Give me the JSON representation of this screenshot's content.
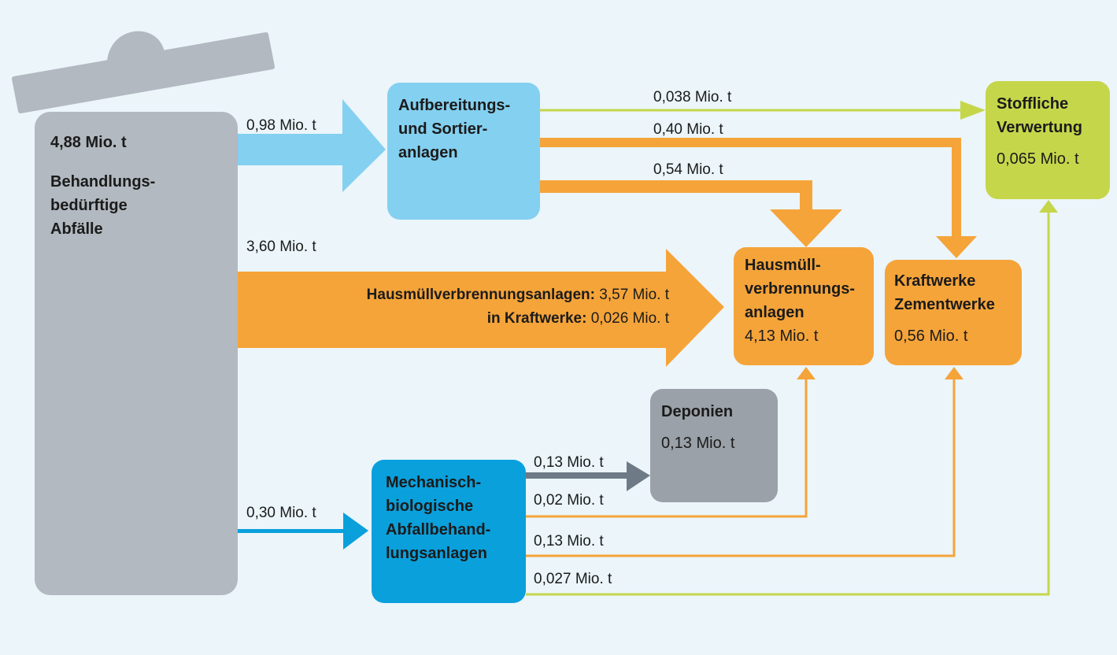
{
  "colors": {
    "background": "#ebf5fa",
    "bin": "#b2b9c0",
    "light_blue": "#84d0f0",
    "blue": "#0aa0dc",
    "orange": "#f5a43a",
    "green": "#c6d64b",
    "grey": "#9aa1a8",
    "grey_arrow": "#6e7b86"
  },
  "icons": {
    "bin_lid": "trash-bin-lid-icon"
  },
  "source": {
    "amount": "4,88 Mio. t",
    "label_lines": [
      "Behandlungs-",
      "bedürftige",
      "Abfälle"
    ]
  },
  "nodes": {
    "sorting": {
      "lines": [
        "Aufbereitungs-",
        "und Sortier-",
        "anlagen"
      ]
    },
    "mba": {
      "lines": [
        "Mechanisch-",
        "biologische",
        "Abfallbehand-",
        "lungsanlagen"
      ]
    },
    "landfill": {
      "title": "Deponien",
      "amount": "0,13 Mio. t"
    },
    "incineration": {
      "lines": [
        "Hausmüll-",
        "verbrennungs-",
        "anlagen"
      ],
      "amount": "4,13 Mio. t"
    },
    "power": {
      "lines": [
        "Kraftwerke",
        "Zementwerke"
      ],
      "amount": "0,56 Mio. t"
    },
    "material": {
      "lines": [
        "Stoffliche",
        "Verwertung"
      ],
      "amount": "0,065 Mio. t"
    }
  },
  "flows": {
    "to_sorting": "0,98 Mio. t",
    "direct_total": "3,60 Mio. t",
    "direct_incineration_label": "Hausmüllverbrennungsanlagen:",
    "direct_incineration_value": "3,57 Mio. t",
    "direct_power_label": "in Kraftwerke:",
    "direct_power_value": "0,026 Mio. t",
    "to_mba": "0,30 Mio. t",
    "sorting_to_material": "0,038 Mio. t",
    "sorting_to_power": "0,40 Mio. t",
    "sorting_to_incineration": "0,54 Mio. t",
    "mba_to_landfill": "0,13 Mio. t",
    "mba_to_incineration": "0,02 Mio. t",
    "mba_to_power": "0,13 Mio. t",
    "mba_to_material": "0,027 Mio. t"
  }
}
